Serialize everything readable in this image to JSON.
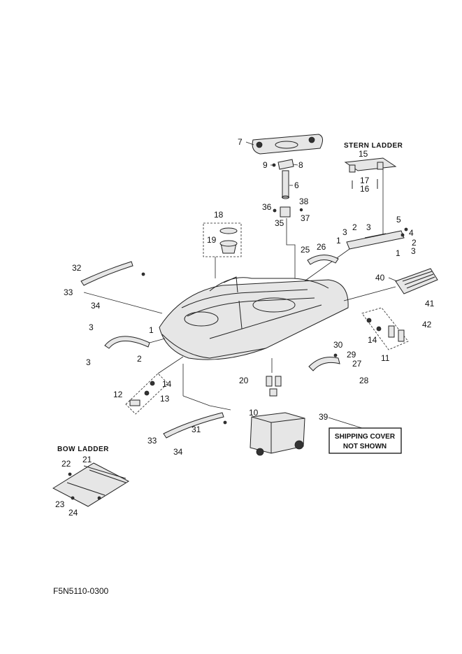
{
  "headings": {
    "stern_ladder": "STERN LADDER",
    "bow_ladder": "BOW LADDER"
  },
  "note": {
    "line1": "SHIPPING COVER",
    "line2": "NOT SHOWN"
  },
  "doc_id": "F5N5110-0300",
  "callouts": {
    "c7": "7",
    "c8": "8",
    "c9": "9",
    "c6": "6",
    "c15": "15",
    "c17": "17",
    "c16": "16",
    "c18": "18",
    "c19": "19",
    "c36": "36",
    "c38": "38",
    "c35": "35",
    "c37": "37",
    "c5": "5",
    "c4": "4",
    "c3a": "3",
    "c2a": "2",
    "c3b": "3",
    "c1a": "1",
    "c2b": "2",
    "c3c": "3",
    "c1b": "1",
    "c25": "25",
    "c26": "26",
    "c32": "32",
    "c33a": "33",
    "c34a": "34",
    "c3d": "3",
    "c1c": "1",
    "c3e": "3",
    "c2c": "2",
    "c40": "40",
    "c41": "41",
    "c42": "42",
    "c14a": "14",
    "c11": "11",
    "c30": "30",
    "c29": "29",
    "c27": "27",
    "c28": "28",
    "c14b": "14",
    "c12": "12",
    "c13": "13",
    "c20": "20",
    "c10": "10",
    "c39": "39",
    "c31": "31",
    "c33b": "33",
    "c34b": "34",
    "c22": "22",
    "c21": "21",
    "c23": "23",
    "c24": "24"
  }
}
